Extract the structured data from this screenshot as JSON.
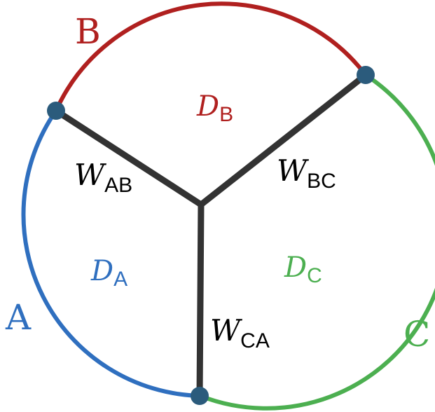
{
  "colors": {
    "A": "#2f6fbf",
    "B": "#b0201f",
    "C": "#4caf50",
    "wall": "#333333",
    "node": "#2b5b7c"
  },
  "labels": {
    "arc_A": "A",
    "arc_B": "B",
    "arc_C": "C",
    "region_B_main": "D",
    "region_B_sub": "B",
    "region_A_main": "D",
    "region_A_sub": "A",
    "region_C_main": "D",
    "region_C_sub": "C",
    "wall_AB_main": "W",
    "wall_AB_sub": "AB",
    "wall_BC_main": "W",
    "wall_BC_sub": "BC",
    "wall_CA_main": "W",
    "wall_CA_sub": "CA"
  }
}
